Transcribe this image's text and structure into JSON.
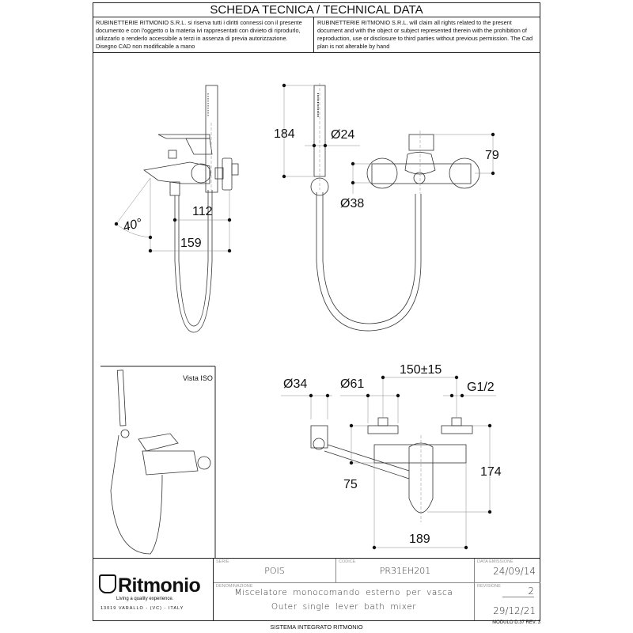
{
  "header": {
    "title": "SCHEDA TECNICA / TECHNICAL DATA",
    "notice_it": "RUBINETTERIE RITMONIO S.R.L. si riserva tutti i diritti connessi con il presente documento e con l'oggetto o la materia ivi rappresentati con divieto di riprodurlo, utilizzarlo o renderlo accessibile a terzi in assenza di previa autorizzazione. Disegno CAD non modificabile a mano",
    "notice_en": "RUBINETTERIE RITMONIO S.R.L. will claim all rights related to the present document and with the object or subject represented therein with the prohibition  of reproduction, use or disclosure to third parties without previous permission.  The Cad plan is not alterable by hand"
  },
  "drawing": {
    "side_view": {
      "dim_a": "112",
      "dim_b": "159",
      "angle": "40°"
    },
    "front_view": {
      "dim_handle_length": "184",
      "dim_handle_diameter": "Ø24",
      "dim_height": "79",
      "dim_flange": "Ø38"
    },
    "top_view": {
      "dim_bracket": "Ø34",
      "dim_rosette": "Ø61",
      "dim_centers": "150±15",
      "dim_thread": "G1/2",
      "dim_wall": "75",
      "dim_depth": "174",
      "dim_width": "189"
    },
    "iso_view": {
      "label": "Vista ISO"
    }
  },
  "title_block": {
    "logo": {
      "brand": "Ritmonio",
      "tagline": "Living a quality experience.",
      "address": "13019 VARALLO - (VC) - ITALY"
    },
    "serie_label": "SERIE",
    "serie": "POIS",
    "codice_label": "CODICE",
    "codice": "PR31EH201",
    "data_label": "DATA EMISSIONE",
    "data_emissione": "24/09/14",
    "denominazione_label": "DENOMINAZIONE",
    "denominazione_it": "Miscelatore monocomando esterno per vasca",
    "denominazione_en": "Outer single lever bath mixer",
    "revisione_label": "REVISIONE",
    "revisione": "2",
    "data_revisione": "29/12/21"
  },
  "footer": {
    "system": "SISTEMA INTEGRATO RITMONIO",
    "module": "MODULO D.37 REV. 3"
  }
}
